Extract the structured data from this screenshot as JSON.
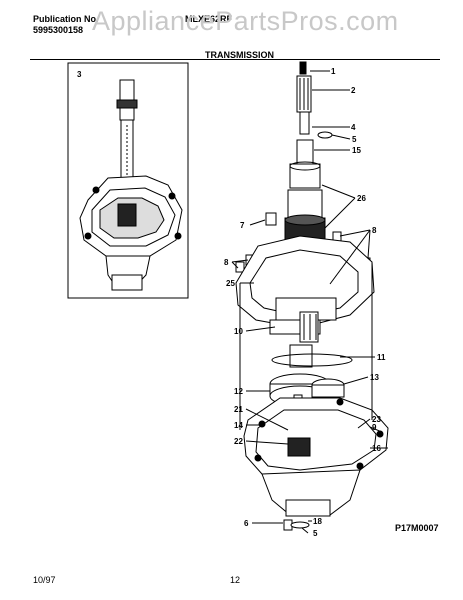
{
  "header": {
    "publication_label": "Publication No.",
    "publication_number": "5995300158",
    "model": "MLXE62RF",
    "watermark": "AppliancePartsPros.com",
    "section_title": "TRANSMISSION"
  },
  "footer": {
    "date": "10/97",
    "page_number": "12",
    "diagram_code": "P17M0007"
  },
  "inset": {
    "label": "3"
  },
  "callouts": [
    "1",
    "2",
    "4",
    "5",
    "15",
    "26",
    "7",
    "8",
    "8",
    "25",
    "10",
    "11",
    "13",
    "12",
    "21",
    "14",
    "22",
    "23",
    "9",
    "16",
    "6",
    "18",
    "5"
  ]
}
